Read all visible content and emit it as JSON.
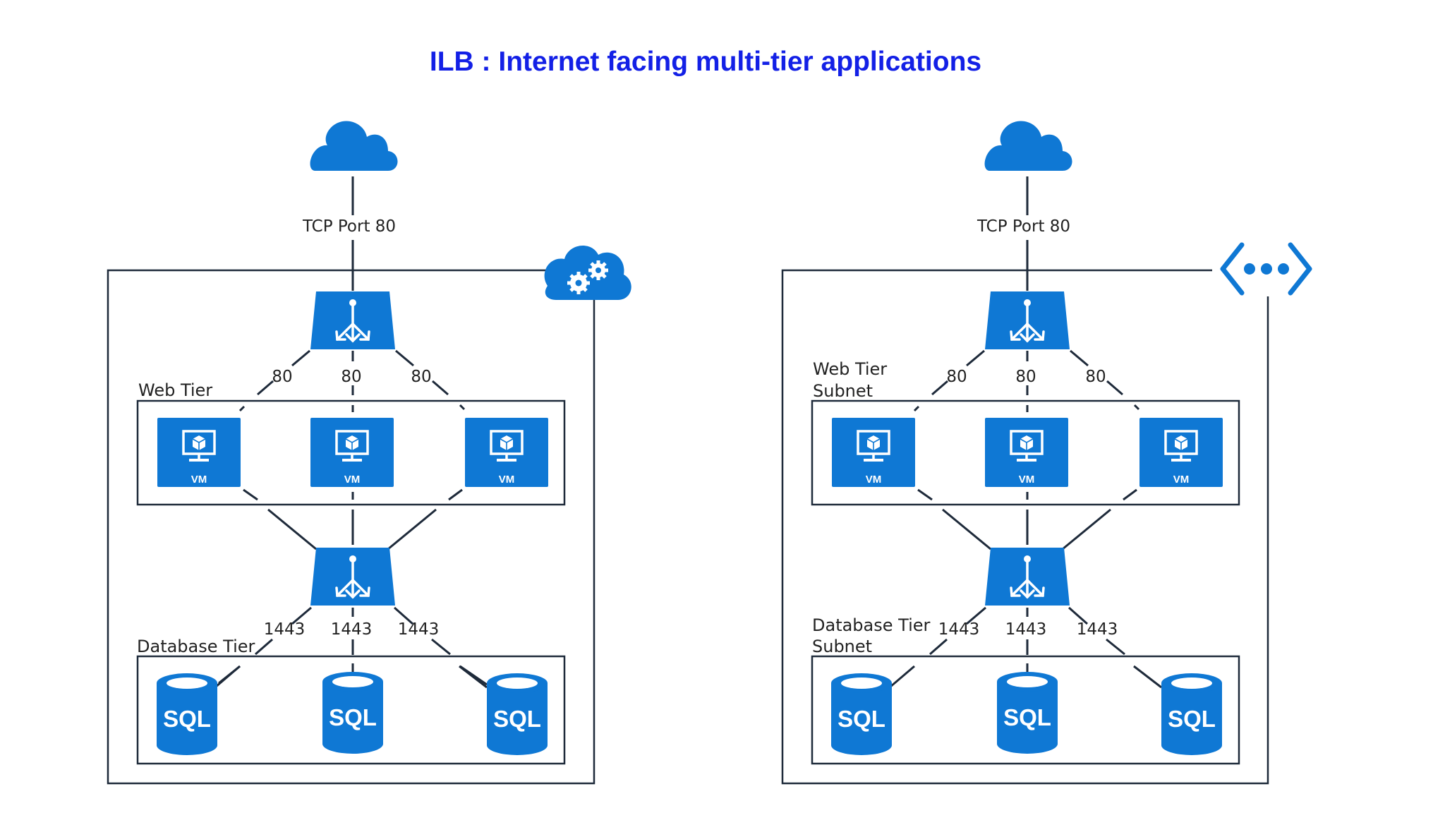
{
  "title": "ILB : Internet facing multi-tier applications",
  "colors": {
    "title": "#1320e6",
    "accent": "#0f78d4",
    "line": "#1e2a3a"
  },
  "left": {
    "tcp_label": "TCP Port 80",
    "web_tier_label": "Web Tier",
    "db_tier_label": "Database Tier",
    "web_ports": [
      "80",
      "80",
      "80"
    ],
    "db_ports": [
      "1443",
      "1443",
      "1443"
    ],
    "vm_label": "VM",
    "sql_label": "SQL",
    "corner_icon": "cloud-service-gears-icon"
  },
  "right": {
    "tcp_label": "TCP Port 80",
    "web_tier_label_line1": "Web Tier",
    "web_tier_label_line2": "Subnet",
    "db_tier_label_line1": "Database Tier",
    "db_tier_label_line2": "Subnet",
    "web_ports": [
      "80",
      "80",
      "80"
    ],
    "db_ports": [
      "1443",
      "1443",
      "1443"
    ],
    "vm_label": "VM",
    "sql_label": "SQL",
    "corner_icon": "virtual-network-icon"
  }
}
